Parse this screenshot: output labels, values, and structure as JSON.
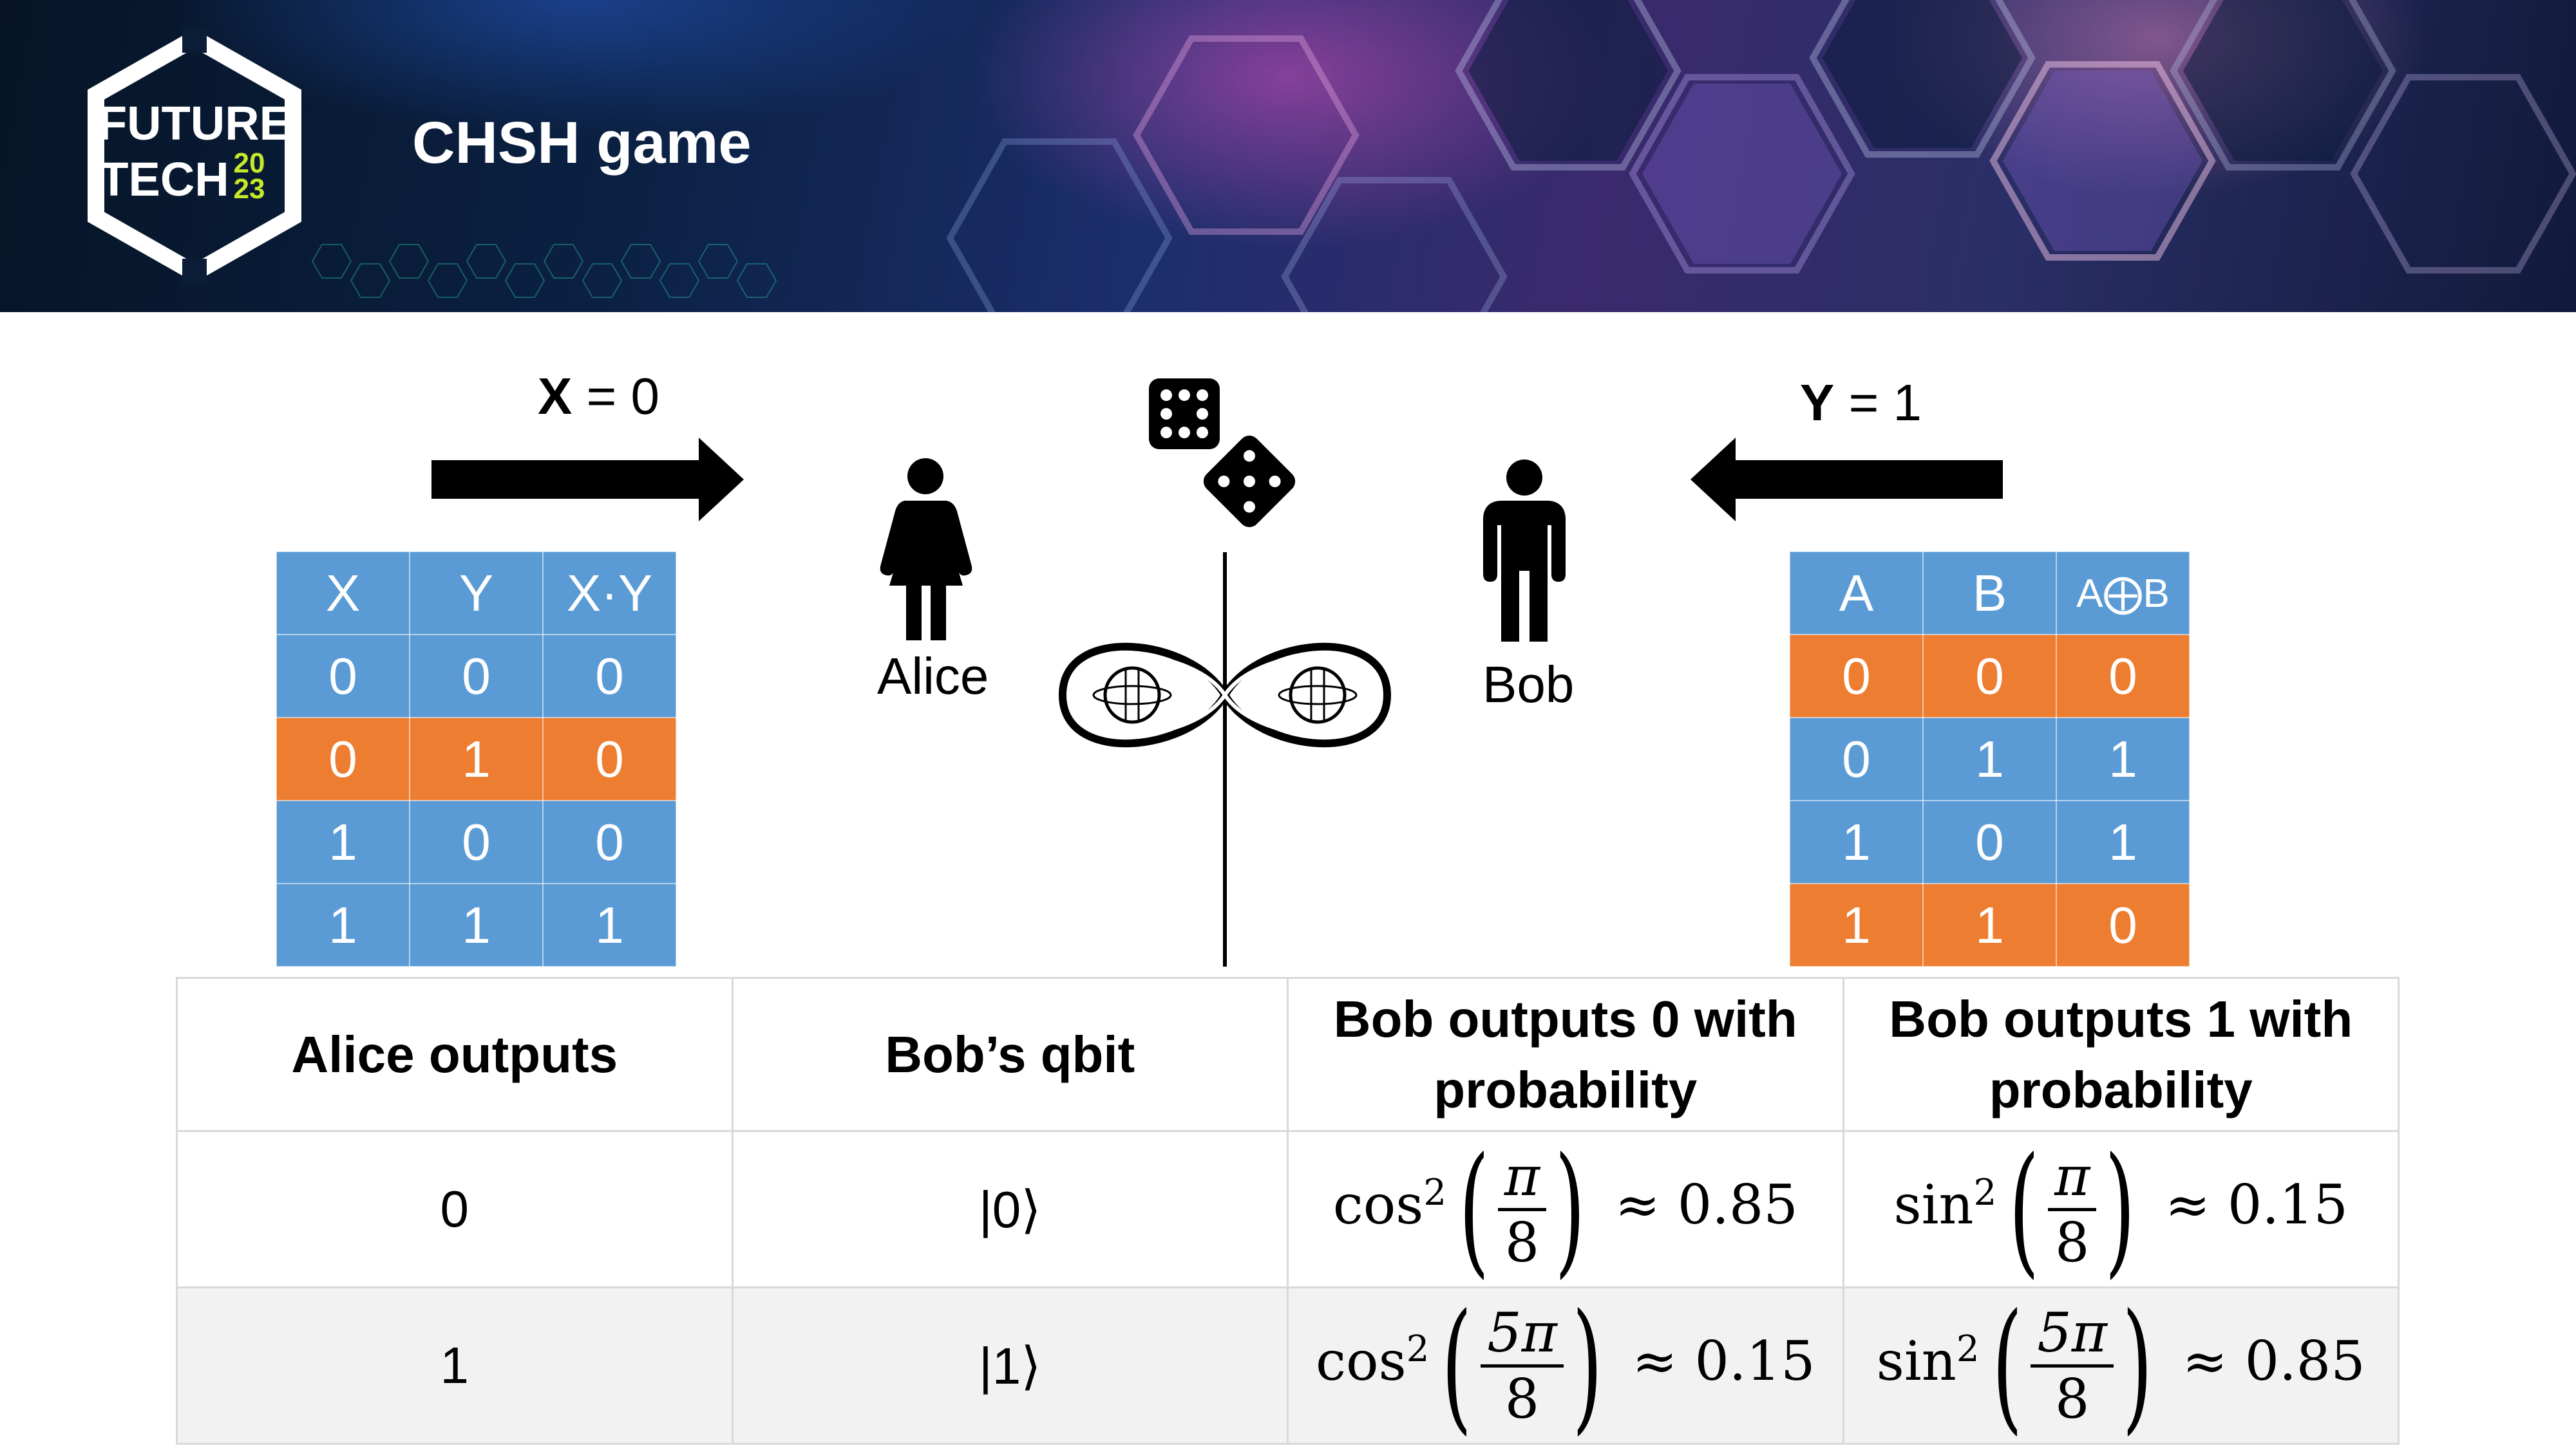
{
  "header": {
    "logo": {
      "line1": "FUTURE",
      "line2": "TECH",
      "year_top": "20",
      "year_bottom": "23",
      "name": "futuretech-logo"
    },
    "title": "CHSH game"
  },
  "inputs": {
    "x": {
      "var": "X",
      "rest": " = 0"
    },
    "y": {
      "var": "Y",
      "rest": " = 1"
    }
  },
  "players": {
    "alice": "Alice",
    "bob": "Bob"
  },
  "icons": {
    "arrows": "arrow-icon",
    "dice": "dice-icon",
    "person": "person-icon",
    "entangled_qubits": "infinity-qubit-icon"
  },
  "colors": {
    "blue": "#5b9bd5",
    "orange": "#ed7d31"
  },
  "left_table": {
    "headers": [
      "X",
      "Y",
      "X·Y"
    ],
    "rows": [
      {
        "cells": [
          "0",
          "0",
          "0"
        ],
        "highlight": false
      },
      {
        "cells": [
          "0",
          "1",
          "0"
        ],
        "highlight": true
      },
      {
        "cells": [
          "1",
          "0",
          "0"
        ],
        "highlight": false
      },
      {
        "cells": [
          "1",
          "1",
          "1"
        ],
        "highlight": false
      }
    ]
  },
  "right_table": {
    "headers": [
      "A",
      "B",
      "A⨁B"
    ],
    "rows": [
      {
        "cells": [
          "0",
          "0",
          "0"
        ],
        "highlight": true
      },
      {
        "cells": [
          "0",
          "1",
          "1"
        ],
        "highlight": false
      },
      {
        "cells": [
          "1",
          "0",
          "1"
        ],
        "highlight": false
      },
      {
        "cells": [
          "1",
          "1",
          "0"
        ],
        "highlight": true
      }
    ]
  },
  "main_table": {
    "headers": [
      "Alice outputs",
      "Bob’s qbit",
      "Bob outputs 0 with probability",
      "Bob outputs 1 with probability"
    ],
    "rows": [
      {
        "alice": "0",
        "qbit": "|0⟩",
        "p0": {
          "fn": "cos",
          "exp": "2",
          "num": "π",
          "den": "8",
          "approx": "≈ 0.85"
        },
        "p1": {
          "fn": "sin",
          "exp": "2",
          "num": "π",
          "den": "8",
          "approx": "≈ 0.15"
        }
      },
      {
        "alice": "1",
        "qbit": "|1⟩",
        "p0": {
          "fn": "cos",
          "exp": "2",
          "num": "5π",
          "den": "8",
          "approx": "≈ 0.15"
        },
        "p1": {
          "fn": "sin",
          "exp": "2",
          "num": "5π",
          "den": "8",
          "approx": "≈ 0.85"
        }
      }
    ]
  }
}
